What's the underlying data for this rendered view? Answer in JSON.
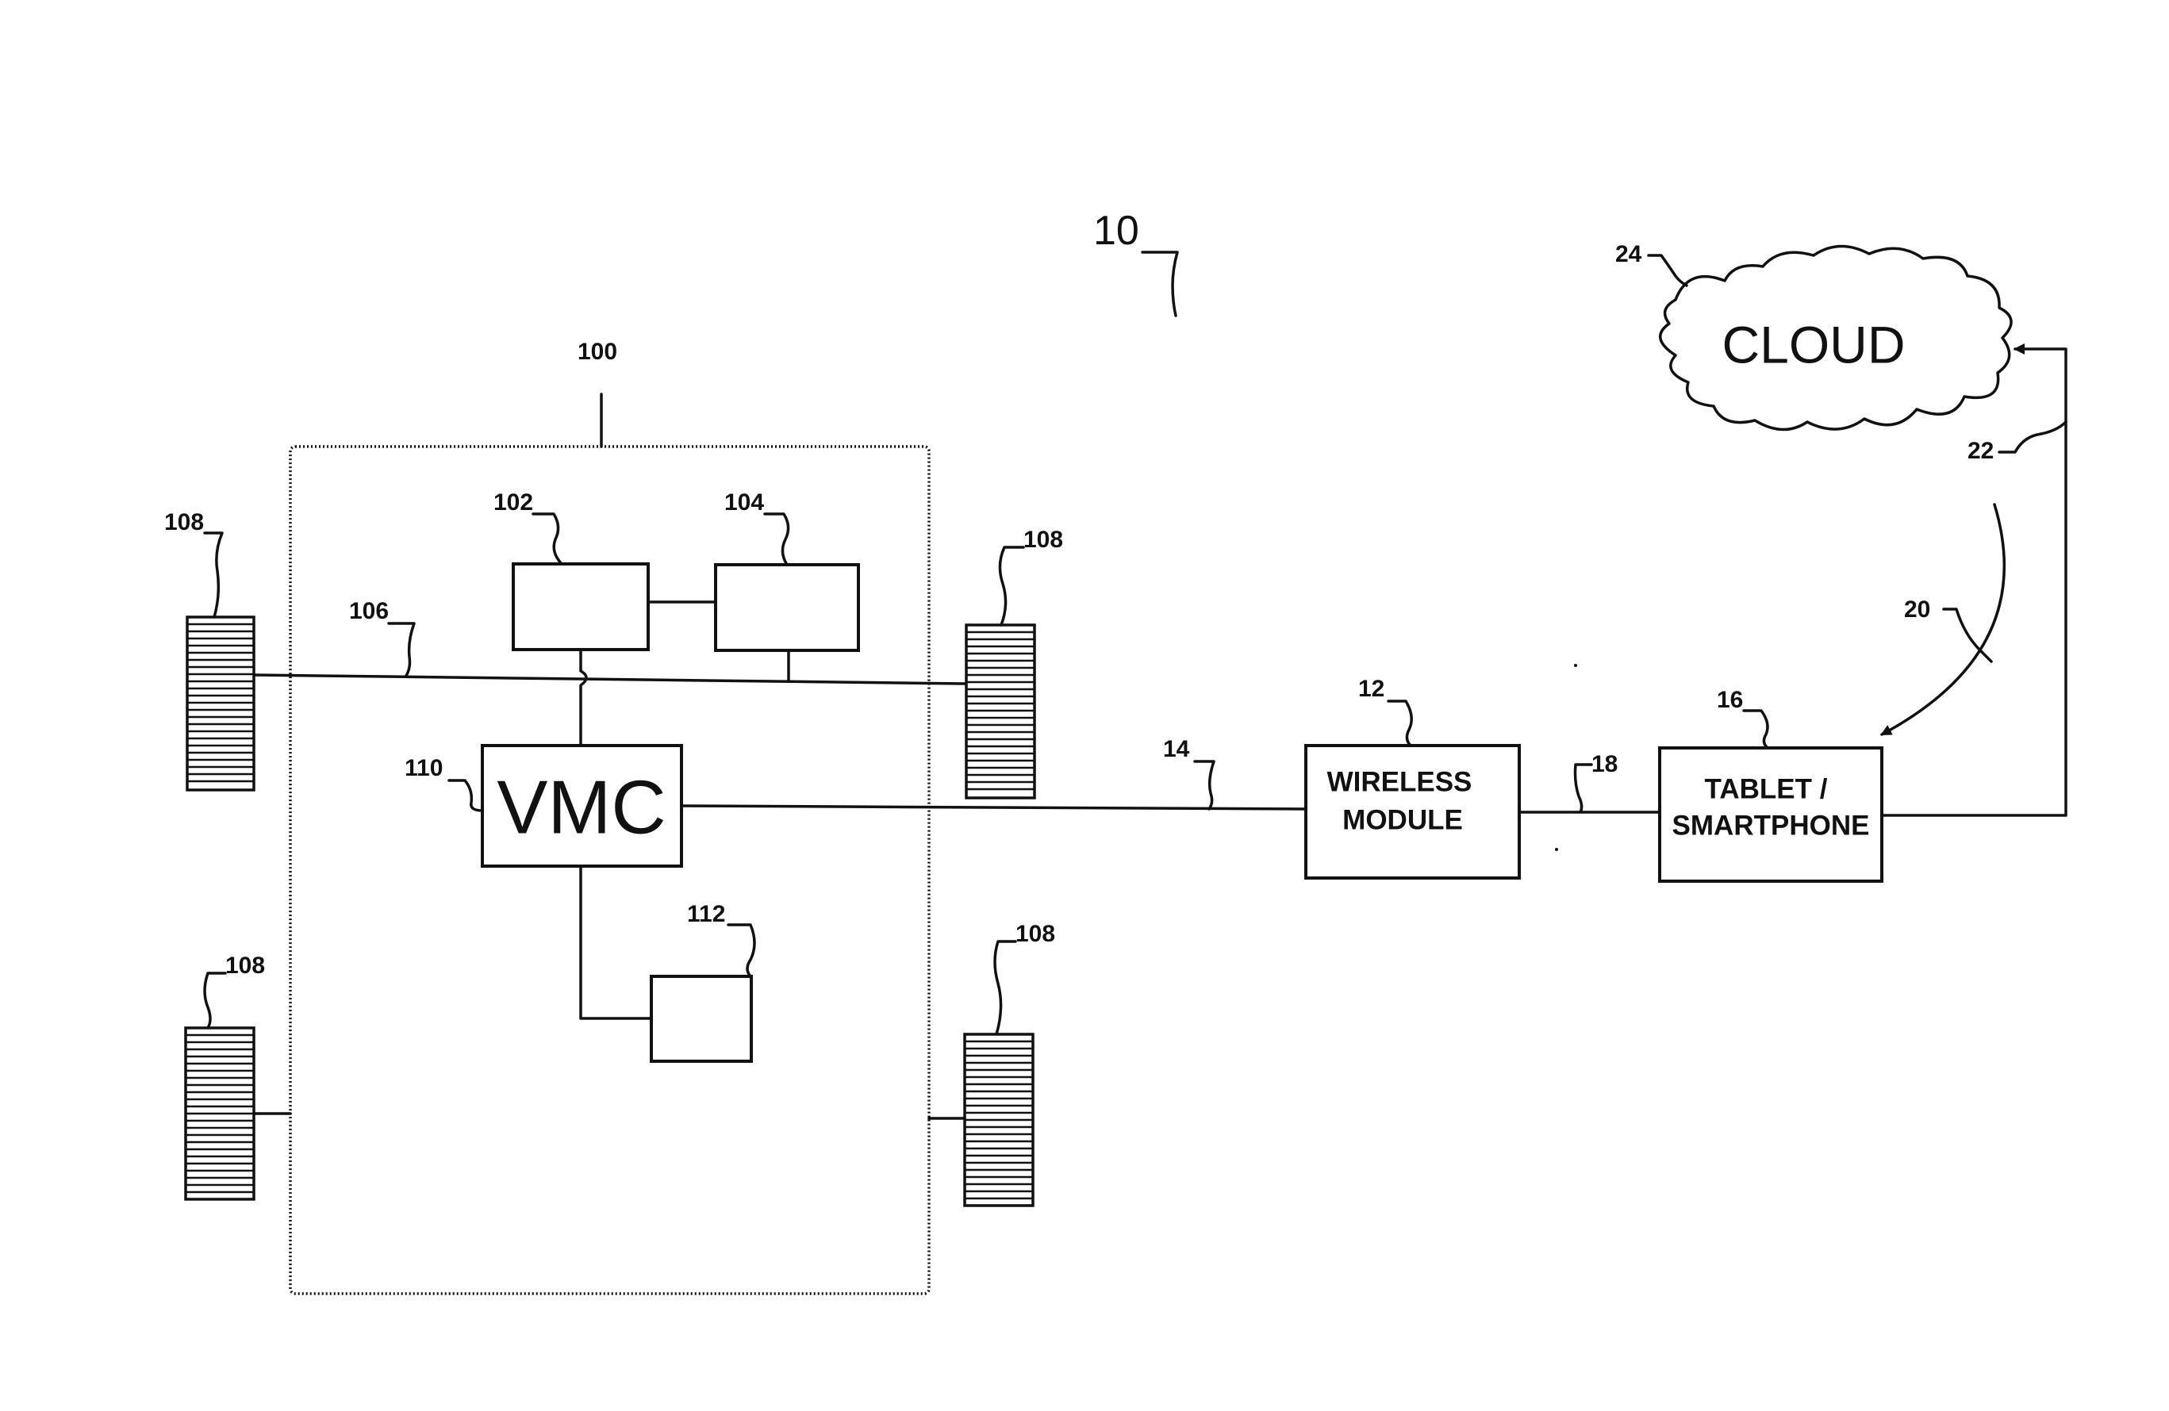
{
  "refs": {
    "system": "10",
    "vehicle": "100",
    "block_102": "102",
    "block_104": "104",
    "bus": "106",
    "wheel": "108",
    "vmc": "110",
    "block_112": "112",
    "wireless_module": "12",
    "link_14": "14",
    "tablet": "16",
    "link_18": "18",
    "link_20": "20",
    "link_22": "22",
    "cloud": "24"
  },
  "labels": {
    "vmc": "VMC",
    "wireless_line1": "WIRELESS",
    "wireless_line2": "MODULE",
    "tablet_line1": "TABLET /",
    "tablet_line2": "SMARTPHONE",
    "cloud": "CLOUD"
  }
}
